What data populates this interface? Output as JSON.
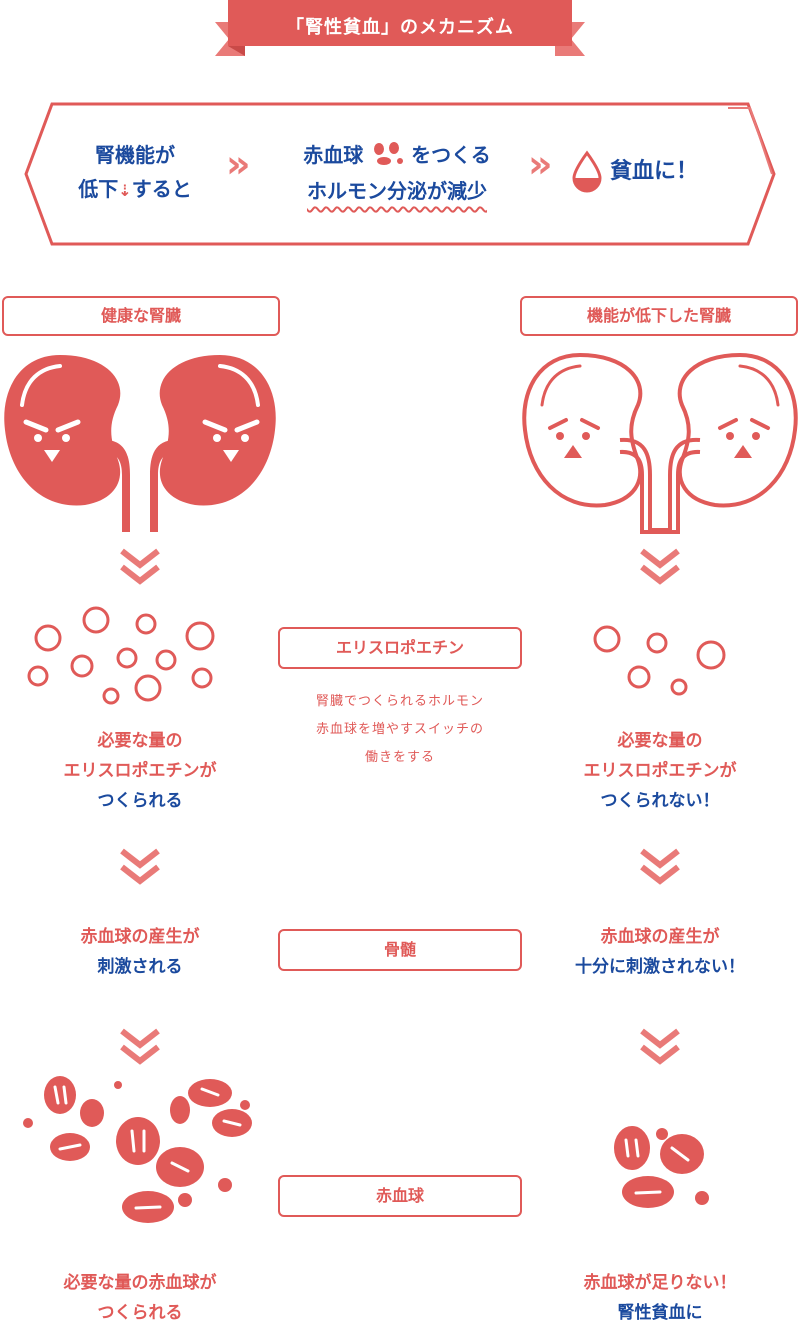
{
  "title": "「腎性貧血」のメカニズム",
  "banner": {
    "part1_line1": "腎機能が",
    "part1_line2_a": "低下",
    "part1_line2_b": "すると",
    "part2_line1_a": "赤血球",
    "part2_line1_b": "をつくる",
    "part2_line2": "ホルモン分泌が減少",
    "part3": "貧血に！"
  },
  "left": {
    "label": "健康な腎臓",
    "step1_line1": "必要な量の",
    "step1_line2": "エリスロポエチンが",
    "step1_line3": "つくられる",
    "step2_line1": "赤血球の産生が",
    "step2_line2": "刺激される",
    "step3_line1": "必要な量の赤血球が",
    "step3_line2": "つくられる"
  },
  "right": {
    "label": "機能が低下した腎臓",
    "step1_line1": "必要な量の",
    "step1_line2": "エリスロポエチンが",
    "step1_line3": "つくられない！",
    "step2_line1": "赤血球の産生が",
    "step2_line2": "十分に刺激されない！",
    "step3_line1": "赤血球が足りない！",
    "step3_line2": "腎性貧血に"
  },
  "center": {
    "epo_label": "エリスロポエチン",
    "epo_desc_line1": "腎臓でつくられるホルモン",
    "epo_desc_line2": "赤血球を増やすスイッチの",
    "epo_desc_line3": "働きをする",
    "marrow_label": "骨髄",
    "rbc_label": "赤血球"
  },
  "colors": {
    "accent": "#e05a58",
    "accent_light": "#e97a78",
    "blue": "#1b4a9e"
  }
}
